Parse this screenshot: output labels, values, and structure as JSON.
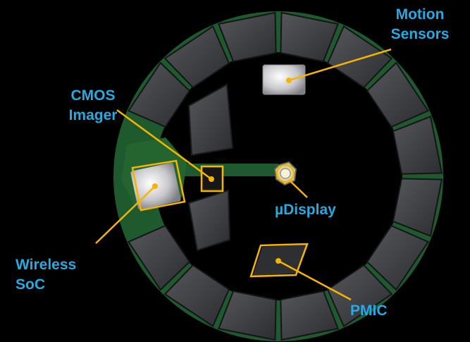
{
  "labels": {
    "motion_sensors": [
      "Motion",
      "Sensors"
    ],
    "cmos_imager": [
      "CMOS",
      "Imager"
    ],
    "udisplay": "µDisplay",
    "wireless_soc": [
      "Wireless",
      "SoC"
    ],
    "pmic": "PMIC"
  },
  "colors": {
    "background": "#000000",
    "label_text": "#27a9e1",
    "callout": "#f4b400",
    "pcb": "#1f5a2f",
    "block": "#3e4043"
  }
}
